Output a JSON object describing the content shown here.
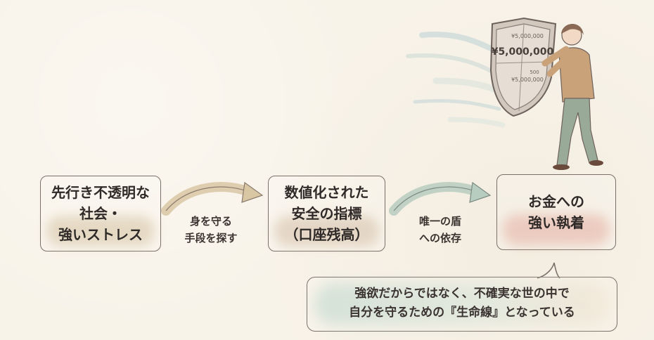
{
  "flow": {
    "step1": "先行き不透明な\n社会・\n強いストレス",
    "arrow1_label": "身を守る\n手段を探す",
    "step2": "数値化された\n安全の指標\n（口座残高）",
    "arrow2_label": "唯一の盾\nへの依存",
    "step3": "お金への\n強い執着"
  },
  "callout": {
    "text": "強欲だからではなく、不確実な世の中で\n自分を守るための『生命線』となっている"
  },
  "illustration": {
    "shield_amount_main": "¥5,000,000",
    "shield_amount_top": "¥5,000,000",
    "shield_amount_small": "500",
    "shield_amount_bottom": "¥5,000,000"
  },
  "colors": {
    "background": "#f8f3e9",
    "border": "#7a6f69",
    "arrow1": "#d9c6a3",
    "arrow2": "#b7cdc0",
    "shield": "#cfc3b8"
  }
}
